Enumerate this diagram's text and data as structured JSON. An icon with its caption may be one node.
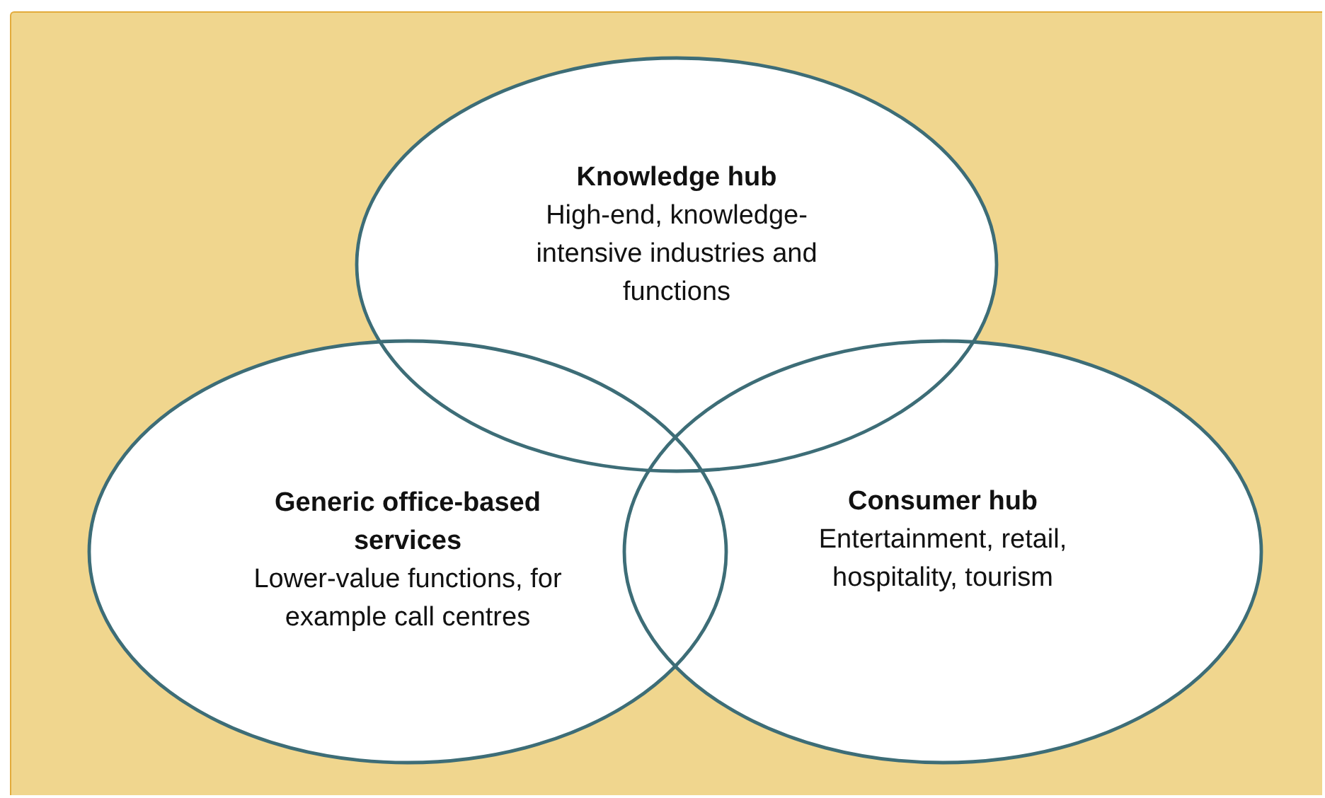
{
  "diagram": {
    "nodes": [
      {
        "text": [
          "Knowledge hub",
          "High-end, knowledge-intensive industries and functions"
        ]
      },
      {
        "text": [
          "Generic office-based services",
          "Lower-value functions, for example call centres"
        ]
      },
      {
        "text": [
          "Consumer hub",
          "Entertainment, retail, hospitality, tourism"
        ]
      }
    ]
  }
}
